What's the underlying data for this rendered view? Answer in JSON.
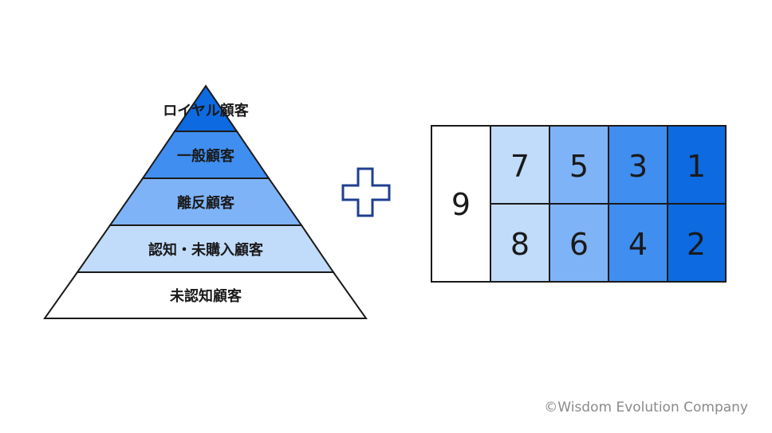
{
  "pyramid": {
    "tiers": [
      {
        "label": "ロイヤル顧客",
        "color": "#0d6ae0"
      },
      {
        "label": "一般顧客",
        "color": "#3f8ef0"
      },
      {
        "label": "離反顧客",
        "color": "#7fb3f7"
      },
      {
        "label": "認知・未購入顧客",
        "color": "#c1dbfb"
      },
      {
        "label": "未認知顧客",
        "color": "#ffffff"
      }
    ]
  },
  "plus_icon": {
    "name": "plus-icon",
    "color": "#1f3f8f"
  },
  "grid": {
    "cells": [
      {
        "number": "9",
        "color": "#ffffff"
      },
      {
        "number": "7",
        "color": "#c1dbfb"
      },
      {
        "number": "5",
        "color": "#7fb3f7"
      },
      {
        "number": "3",
        "color": "#3f8ef0"
      },
      {
        "number": "1",
        "color": "#0d6ae0"
      },
      {
        "number": "8",
        "color": "#c1dbfb"
      },
      {
        "number": "6",
        "color": "#7fb3f7"
      },
      {
        "number": "4",
        "color": "#3f8ef0"
      },
      {
        "number": "2",
        "color": "#0d6ae0"
      }
    ]
  },
  "footer": {
    "copyright": "©Wisdom Evolution Company"
  }
}
